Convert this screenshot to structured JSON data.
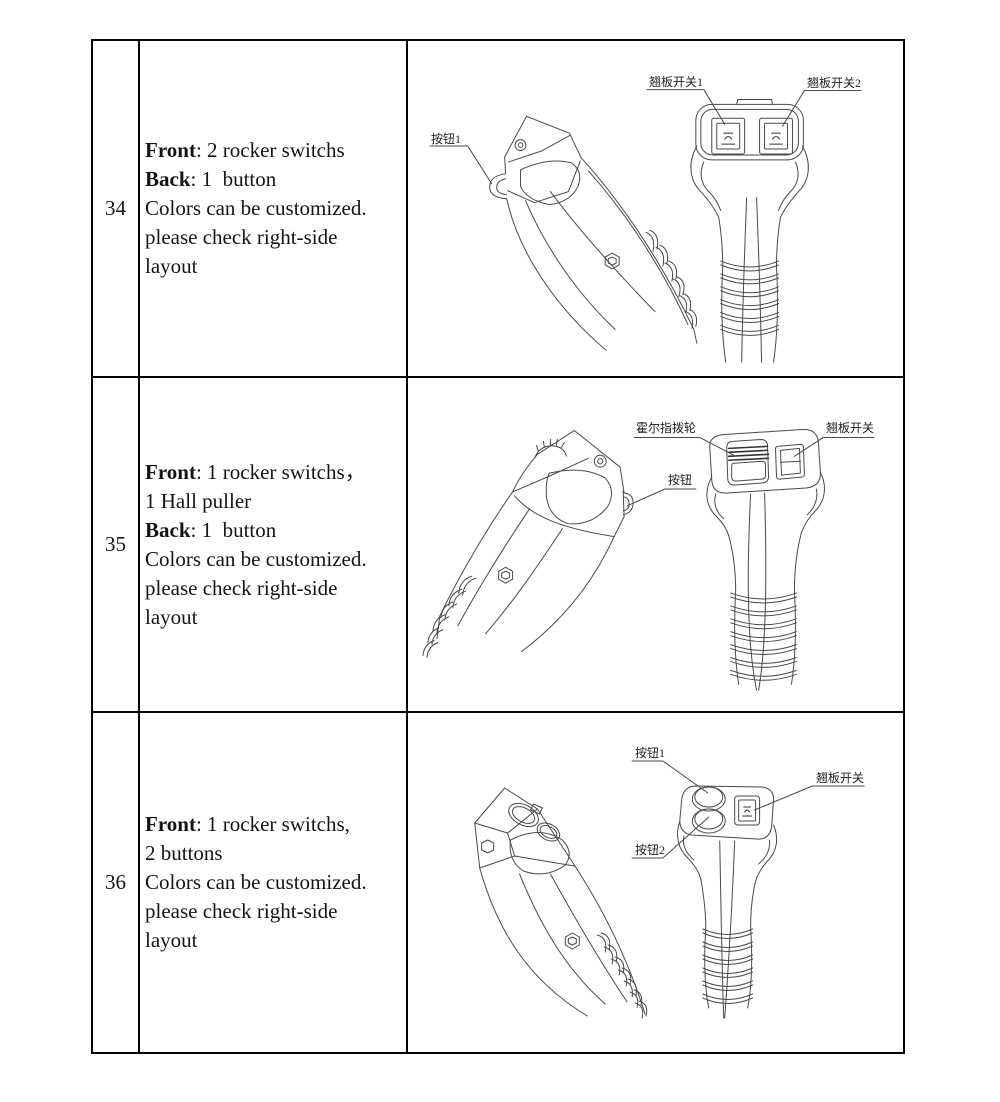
{
  "table": {
    "rows": [
      {
        "number": "34",
        "description": [
          {
            "bold": "Front",
            "rest": ": 2 rocker switchs"
          },
          {
            "bold": "Back",
            "rest": ": 1  button"
          },
          {
            "bold": "",
            "rest": "Colors can be customized."
          },
          {
            "bold": "",
            "rest": "please check right-side"
          },
          {
            "bold": "",
            "rest": "layout"
          }
        ],
        "callouts": {
          "button1": "按钮1",
          "rocker1": "翘板开关1",
          "rocker2": "翘板开关2"
        }
      },
      {
        "number": "35",
        "description": [
          {
            "bold": "Front",
            "rest": ": 1 rocker switchs，"
          },
          {
            "bold": "",
            "rest": "1 Hall puller"
          },
          {
            "bold": "Back",
            "rest": ": 1  button"
          },
          {
            "bold": "",
            "rest": "Colors can be customized."
          },
          {
            "bold": "",
            "rest": "please check right-side"
          },
          {
            "bold": "",
            "rest": "layout"
          }
        ],
        "callouts": {
          "hall_wheel": "霍尔指拨轮",
          "rocker": "翘板开关",
          "button": "按钮"
        }
      },
      {
        "number": "36",
        "description": [
          {
            "bold": "Front",
            "rest": ": 1 rocker switchs,"
          },
          {
            "bold": "",
            "rest": "2 buttons"
          },
          {
            "bold": "",
            "rest": "Colors can be customized."
          },
          {
            "bold": "",
            "rest": "please check right-side"
          },
          {
            "bold": "",
            "rest": "layout"
          }
        ],
        "callouts": {
          "button1": "按钮1",
          "button2": "按钮2",
          "rocker": "翘板开关"
        }
      }
    ]
  },
  "colors": {
    "drawing_line": "#4a4a4a",
    "table_border": "#000000",
    "text": "#141414"
  }
}
